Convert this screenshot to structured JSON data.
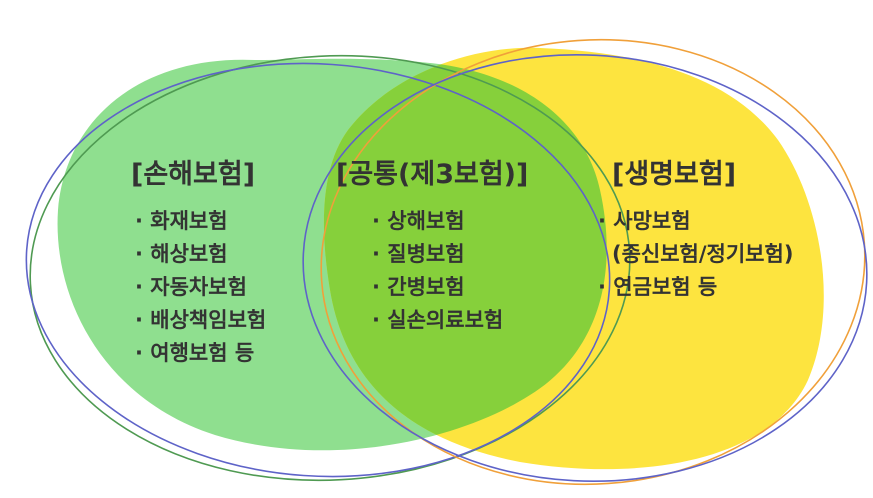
{
  "diagram": {
    "colors": {
      "green_fill": "#8fdf8f",
      "yellow_fill": "#fde43f",
      "overlap_fill": "#86d03b",
      "green_outline": "#4f9a52",
      "blue_outline": "#5e63c8",
      "orange_outline": "#f0a03a",
      "text": "#333333"
    },
    "left": {
      "title": "[손해보험]",
      "items": [
        "· 화재보험",
        "· 해상보험",
        "· 자동차보험",
        "· 배상책임보험",
        "· 여행보험 등"
      ]
    },
    "center": {
      "title": "[공통(제3보험)]",
      "items": [
        "· 상해보험",
        "· 질병보험",
        "· 간병보험",
        "· 실손의료보험"
      ]
    },
    "right": {
      "title": "[생명보험]",
      "items": [
        "· 사망보험",
        "(종신보험/정기보험)",
        "· 연금보험 등"
      ]
    }
  }
}
